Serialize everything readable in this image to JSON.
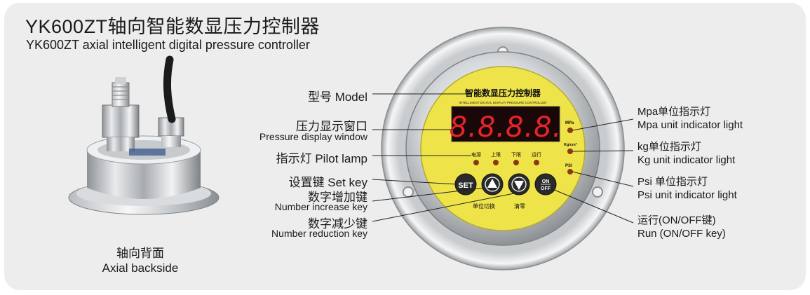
{
  "title_cn": "YK600ZT轴向智能数显压力控制器",
  "title_en": "YK600ZT axial intelligent digital pressure controller",
  "left_labels": [
    {
      "cn": "型号 Model",
      "en": ""
    },
    {
      "cn": "压力显示窗口",
      "en": "Pressure display window"
    },
    {
      "cn": "指示灯 Pilot lamp",
      "en": ""
    },
    {
      "cn": "设置键 Set key",
      "en": ""
    },
    {
      "cn": "数字增加键",
      "en": "Number increase key"
    },
    {
      "cn": "数字减少键",
      "en": "Number reduction key"
    }
  ],
  "right_labels": [
    {
      "cn": "Mpa单位指示灯",
      "en": "Mpa unit indicator light"
    },
    {
      "cn": "kg单位指示灯",
      "en": "Kg unit indicator light"
    },
    {
      "cn": "Psi 单位指示灯",
      "en": "Psi unit indicator light"
    },
    {
      "cn": "运行(ON/OFF键)",
      "en": "Run (ON/OFF key)"
    }
  ],
  "backside_caption": {
    "cn": "轴向背面",
    "en": "Axial backside"
  },
  "device": {
    "brand_cn": "智能数显压力控制器",
    "brand_en": "INTELLIGENT DIGITAL DISPLAY PRESSURE CONTROLLER",
    "display_digits": "8.8.8.8.",
    "lamps": [
      "电源",
      "上限",
      "下限",
      "运行"
    ],
    "units": [
      "MPa",
      "Kg/cm²",
      "PSI"
    ],
    "buttons": {
      "set": "SET",
      "on": "ON",
      "off": "OFF"
    },
    "unit_switch": "单位切换",
    "clear": "清零"
  },
  "colors": {
    "face": "#efe34a",
    "digit": "#e5252b",
    "display_bg": "#1a0808",
    "button": "#2a2a2a",
    "lamp": "#8a3a12"
  }
}
